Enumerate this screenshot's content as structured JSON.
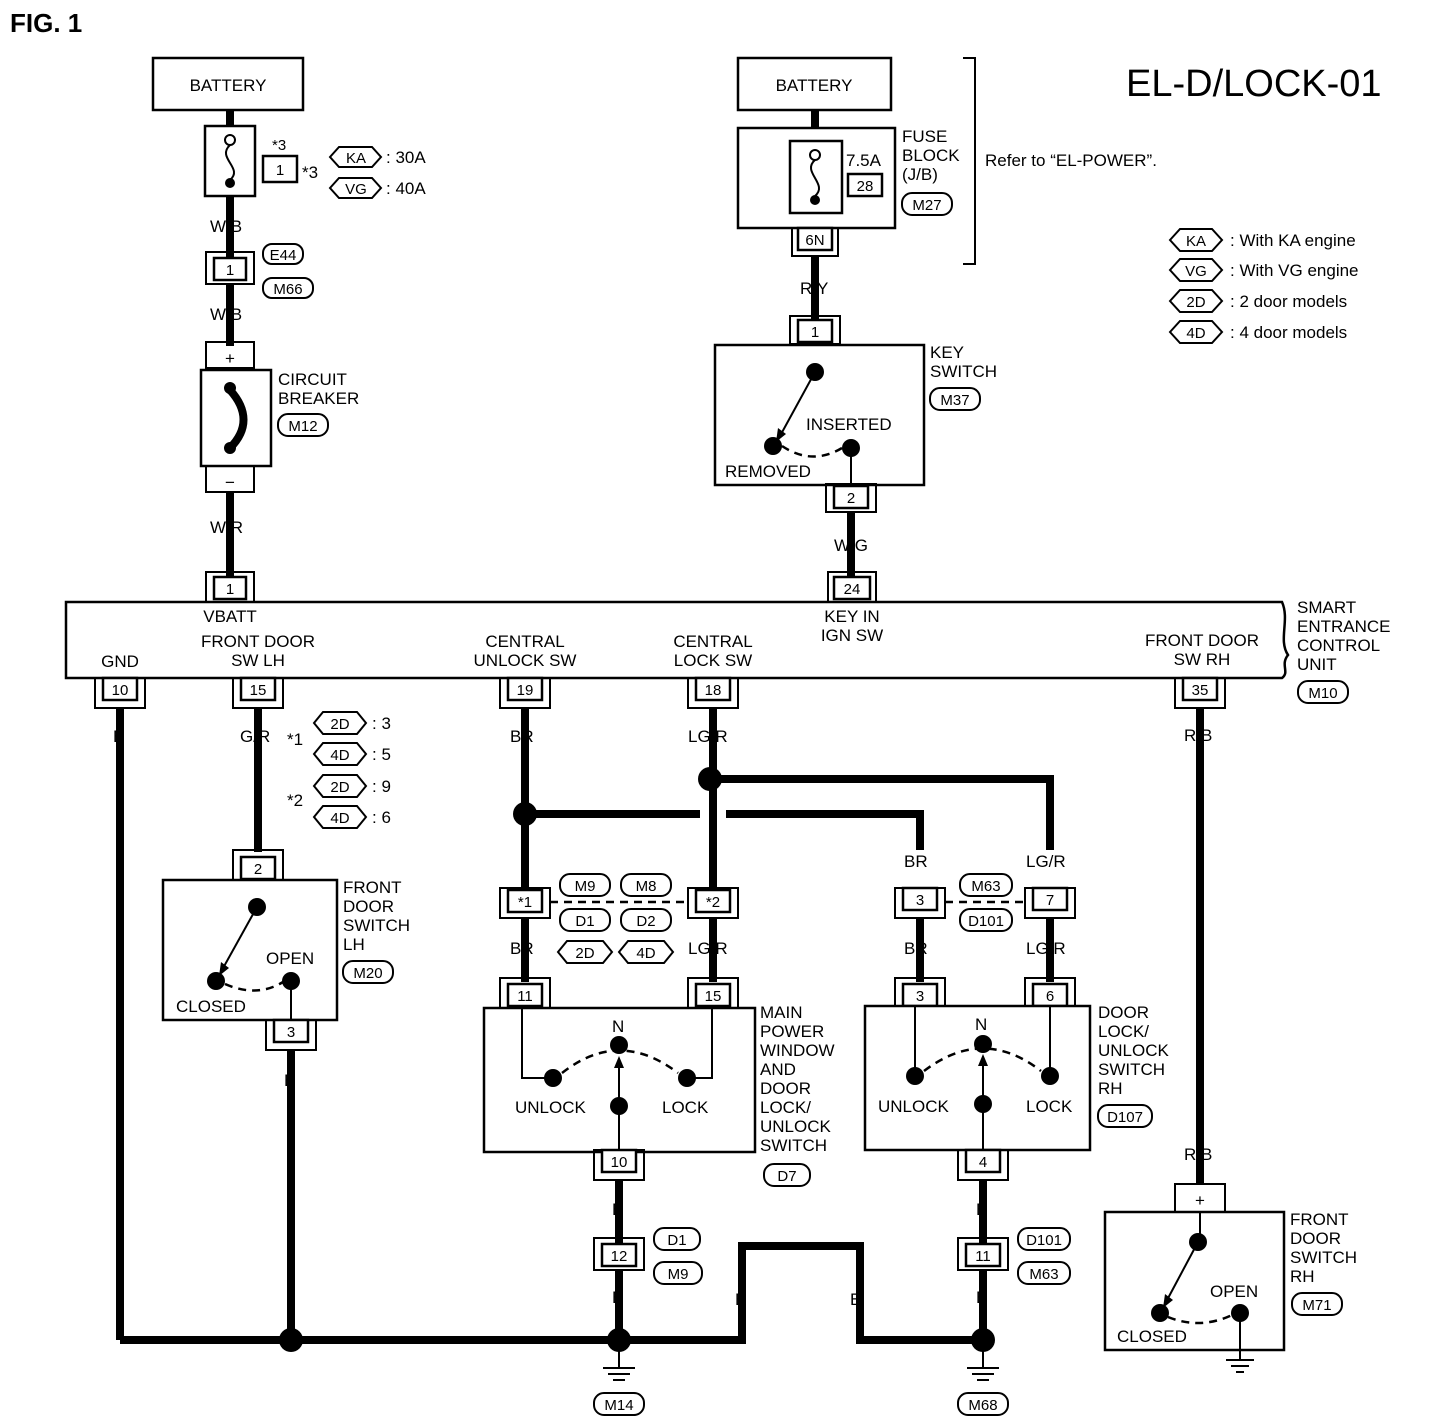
{
  "figure_label": "FIG. 1",
  "diagram_id": "EL-D/LOCK-01",
  "legend": [
    {
      "code": "KA",
      "text": ": With KA engine"
    },
    {
      "code": "VG",
      "text": ": With VG engine"
    },
    {
      "code": "2D",
      "text": ": 2 door models"
    },
    {
      "code": "4D",
      "text": ": 4 door models"
    }
  ],
  "battery_left": {
    "label": "BATTERY",
    "fuse_mark": "*3",
    "fuse_no": "1",
    "star": "*3",
    "ka": "KA",
    "ka_val": ": 30A",
    "vg": "VG",
    "vg_val": ": 40A"
  },
  "battery_right": {
    "label": "BATTERY"
  },
  "fuse_block": {
    "title1": "FUSE",
    "title2": "BLOCK",
    "title3": "(J/B)",
    "amp": "7.5A",
    "fuse_no": "28",
    "conn": "M27",
    "pin": "6N",
    "refer": "Refer to “EL-POWER”."
  },
  "wires": {
    "wb1": "W/B",
    "wb2": "W/B",
    "wr": "W/R",
    "ry": "R/Y",
    "wg": "W/G",
    "b_gnd": "B",
    "gr": "G/R",
    "br_top": "BR",
    "lgr_top": "LG/R",
    "rb_top": "R/B",
    "br_m63": "BR",
    "lgr_m63": "LG/R",
    "br_sw": "BR",
    "lgr_sw": "LG/R",
    "br_sw2": "BR",
    "lgr_sw2": "LG/R",
    "b_lh": "B",
    "b_d7": "B",
    "b_d7b": "B",
    "b_m": "B",
    "b_m2": "B",
    "b_d107": "B",
    "b_d107b": "B",
    "rb_bot": "R/B"
  },
  "conn_e44": {
    "pin": "1",
    "c1": "E44",
    "c2": "M66"
  },
  "circuit_breaker": {
    "l1": "CIRCUIT",
    "l2": "BREAKER",
    "conn": "M12",
    "plus": "+",
    "minus": "−"
  },
  "key_switch": {
    "l1": "KEY",
    "l2": "SWITCH",
    "conn": "M37",
    "pin1": "1",
    "pin2": "2",
    "inserted": "INSERTED",
    "removed": "REMOVED"
  },
  "secu": {
    "l1": "SMART",
    "l2": "ENTRANCE",
    "l3": "CONTROL",
    "l4": "UNIT",
    "conn": "M10",
    "vbatt": "VBATT",
    "pin_vbatt": "1",
    "keyin1": "KEY IN",
    "keyin2": "IGN SW",
    "pin_key": "24",
    "gnd": "GND",
    "pin_gnd": "10",
    "fdlh1": "FRONT DOOR",
    "fdlh2": "SW LH",
    "pin_fdlh": "15",
    "cu1": "CENTRAL",
    "cu2": "UNLOCK SW",
    "pin_cu": "19",
    "cl1": "CENTRAL",
    "cl2": "LOCK SW",
    "pin_cl": "18",
    "fdrh1": "FRONT DOOR",
    "fdrh2": "SW RH",
    "pin_fdrh": "35"
  },
  "notes": {
    "n1": "*1",
    "n1a": "2D",
    "n1a_v": ": 3",
    "n1b": "4D",
    "n1b_v": ": 5",
    "n2": "*2",
    "n2a": "2D",
    "n2a_v": ": 9",
    "n2b": "4D",
    "n2b_v": ": 6"
  },
  "fd_lh": {
    "l1": "FRONT",
    "l2": "DOOR",
    "l3": "SWITCH",
    "l4": "LH",
    "conn": "M20",
    "pin_top": "2",
    "pin_bot": "3",
    "open": "OPEN",
    "closed": "CLOSED"
  },
  "conn_m9": {
    "p1": "*1",
    "p2": "*2",
    "c1": "M9",
    "c2": "M8",
    "c3": "D1",
    "c4": "D2",
    "c5": "2D",
    "c6": "4D"
  },
  "conn_m63": {
    "p1": "3",
    "p2": "7",
    "c1": "M63",
    "c2": "D101"
  },
  "main_sw": {
    "l1": "MAIN",
    "l2": "POWER",
    "l3": "WINDOW",
    "l4": "AND",
    "l5": "DOOR",
    "l6": "LOCK/",
    "l7": "UNLOCK",
    "l8": "SWITCH",
    "conn": "D7",
    "pin_l": "11",
    "pin_r": "15",
    "pin_b": "10",
    "n": "N",
    "unlock": "UNLOCK",
    "lock": "LOCK"
  },
  "dl_rh": {
    "l1": "DOOR",
    "l2": "LOCK/",
    "l3": "UNLOCK",
    "l4": "SWITCH",
    "l5": "RH",
    "conn": "D107",
    "pin_l": "3",
    "pin_r": "6",
    "pin_b": "4",
    "n": "N",
    "unlock": "UNLOCK",
    "lock": "LOCK"
  },
  "conn_d1": {
    "pin": "12",
    "c1": "D1",
    "c2": "M9"
  },
  "conn_d101": {
    "pin": "11",
    "c1": "D101",
    "c2": "M63"
  },
  "fd_rh": {
    "l1": "FRONT",
    "l2": "DOOR",
    "l3": "SWITCH",
    "l4": "RH",
    "conn": "M71",
    "plus": "+",
    "open": "OPEN",
    "closed": "CLOSED"
  },
  "grounds": {
    "g1": "M14",
    "g2": "M68"
  }
}
